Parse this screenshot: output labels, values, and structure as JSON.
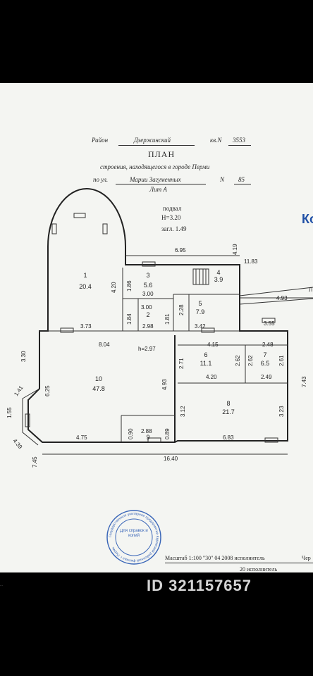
{
  "header": {
    "district_label": "Район",
    "district": "Дзержинский",
    "inv_label": "кв.N",
    "inv_no": "3553",
    "title": "ПЛАН",
    "line1": "строения, находящегося в городе Перми",
    "street_label": "по ул.",
    "street": "Марии Загуменных",
    "num_label": "N",
    "num": "85",
    "lit": "Лит А",
    "corner_logo": "Ко"
  },
  "plan": {
    "level_title": "подвал",
    "level_height": "Н=3.20",
    "depth": "загл. 1.49",
    "inner_height": "h=2.97",
    "rooms": [
      {
        "no": "1",
        "area": "20.4"
      },
      {
        "no": "3",
        "area": "5.6"
      },
      {
        "no": "4",
        "area": "3.9"
      },
      {
        "no": "5",
        "area": "7.9"
      },
      {
        "no": "2",
        "area": ""
      },
      {
        "no": "10",
        "area": "47.8"
      },
      {
        "no": "6",
        "area": "11.1"
      },
      {
        "no": "7",
        "area": "6.5"
      },
      {
        "no": "8",
        "area": "21.7"
      },
      {
        "no": "9",
        "area": ""
      }
    ],
    "dims": [
      "6.95",
      "4.19",
      "11.83",
      "4.93",
      "1.86",
      "4.20",
      "3.00",
      "3.00",
      "1.84",
      "1.81",
      "2.28",
      "2.98",
      "3.42",
      "3.73",
      "8.04",
      "3.55",
      "2.48",
      "4.15",
      "2.62",
      "2.62",
      "2.61",
      "2.71",
      "4.93",
      "4.20",
      "2.49",
      "3.30",
      "6.25",
      "1.41",
      "1.55",
      "4.39",
      "4.75",
      "2.88",
      "0.90",
      "0.89",
      "3.12",
      "3.23",
      "6.83",
      "7.43",
      "7.45",
      "16.40",
      "Л"
    ]
  },
  "footer": {
    "scale": "Масштаб 1:100 \"30\" 04   2008 исполнитель",
    "exec_tail": "Чер",
    "line2": "20    исполнитель",
    "left_small": "..."
  },
  "stamp": {
    "ring": "Государственное унитарное предприятие Кировский районный филиал г. Пермь",
    "center": "Для справок и копий"
  },
  "watermark": "ID 321157657"
}
